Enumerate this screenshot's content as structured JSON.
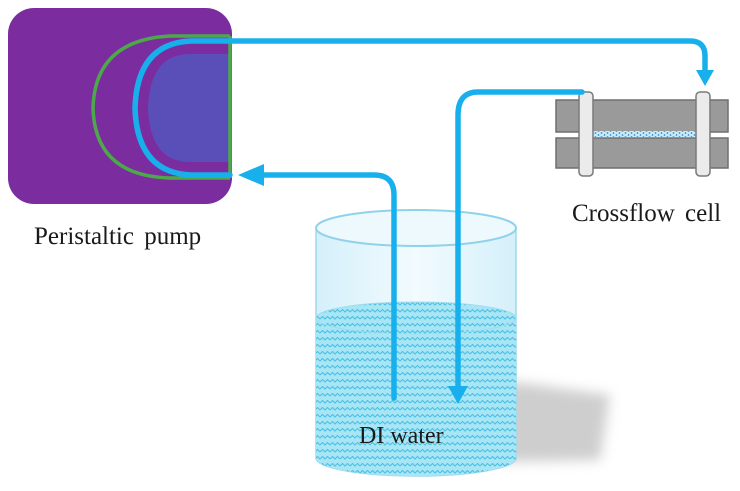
{
  "labels": {
    "pump": "Peristaltic pump",
    "cell": "Crossflow cell",
    "water": "DI water"
  },
  "colors": {
    "pump_body": "#7b2da0",
    "pump_head": "#5a4fb8",
    "pump_track": "#4da84a",
    "tubing": "#18b0ec",
    "cell_block": "#9a9a9a",
    "cell_clamp": "#e9e9e9",
    "membrane": "#9fd6f2",
    "water": "#8fd9ee",
    "beaker_glass": "#e4f6fc",
    "shadow": "#cfcfcf"
  }
}
